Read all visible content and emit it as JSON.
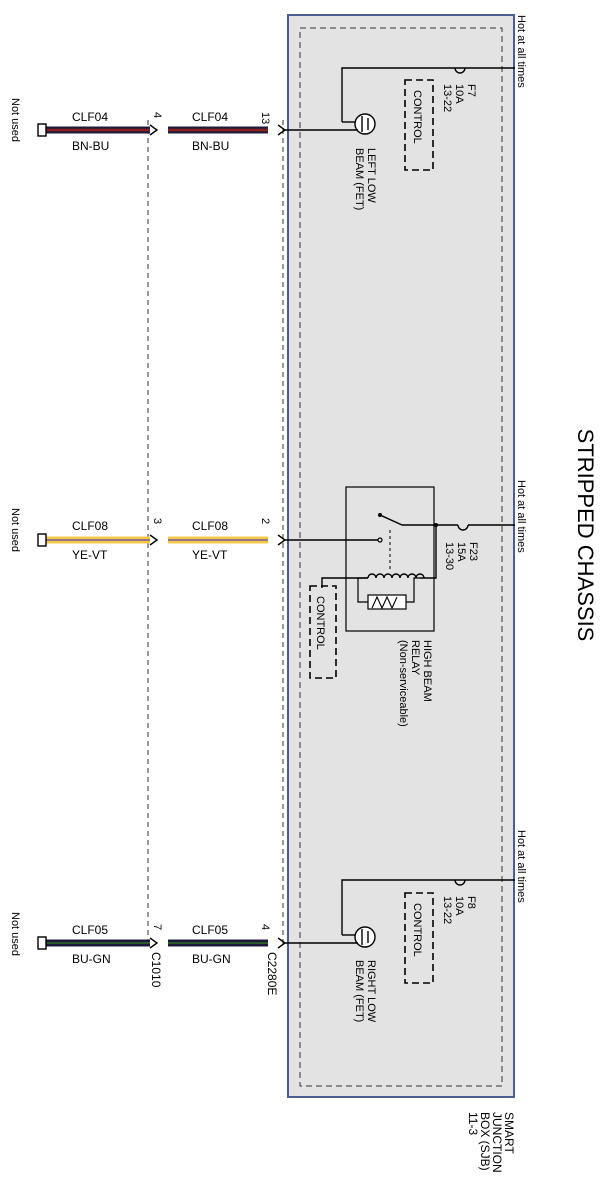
{
  "page_title": "STRIPPED CHASSIS",
  "module": {
    "name_lines": [
      "SMART",
      "JUNCTION",
      "BOX (SJB)",
      "11-3"
    ],
    "bg_color": "#e3e3e3",
    "border_color": "#4a5f8f"
  },
  "hot_label": "Hot at all times",
  "not_used_label": "Not used",
  "control_label": "CONTROL",
  "connectors": {
    "outer": "C1010",
    "inner": "C2280E"
  },
  "circuits": {
    "left_low": {
      "fuse": [
        "F7",
        "10A",
        "13-22"
      ],
      "load": [
        "LEFT LOW",
        "BEAM (FET)"
      ],
      "circuit": "CLF04",
      "color_code": "BN-BU",
      "pin_outer": "4",
      "pin_inner": "13",
      "wire_color": "#1c1c3a",
      "stripe_color": "#8b2020"
    },
    "high_beam": {
      "fuse": [
        "F23",
        "15A",
        "13-30"
      ],
      "load": [
        "HIGH BEAM",
        "RELAY",
        "(Non-serviceable)"
      ],
      "circuit": "CLF08",
      "color_code": "YE-VT",
      "pin_outer": "3",
      "pin_inner": "2",
      "wire_color": "#f2c84a",
      "stripe_color": "#7a5a9a"
    },
    "right_low": {
      "fuse": [
        "F8",
        "10A",
        "13-22"
      ],
      "load": [
        "RIGHT LOW",
        "BEAM (FET)"
      ],
      "circuit": "CLF05",
      "color_code": "BU-GN",
      "pin_outer": "7",
      "pin_inner": "4",
      "wire_color": "#1c1c3a",
      "stripe_color": "#2a5a2a"
    }
  }
}
